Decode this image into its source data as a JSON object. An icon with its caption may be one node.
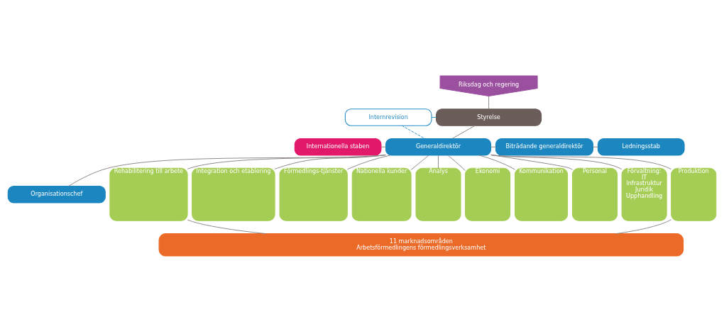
{
  "diagram": {
    "nodes": [
      {
        "text": [
          "Riksdag och regering"
        ]
      },
      {
        "text": [
          "Internrevision"
        ]
      },
      {
        "text": [
          "Styrelse"
        ]
      },
      {
        "text": [
          "Internationella staben"
        ]
      },
      {
        "text": [
          "Generaldirektör"
        ]
      },
      {
        "text": [
          "Biträdande generaldirektör"
        ]
      },
      {
        "text": [
          "Ledningsstab"
        ]
      },
      {
        "text": [
          "Organisationschef"
        ]
      },
      {
        "text": [
          "Rehabilitering till arbete"
        ]
      },
      {
        "text": [
          "Integration och etablering"
        ]
      },
      {
        "text": [
          "Förmedlings-tjänster"
        ]
      },
      {
        "text": [
          "Nationella kunder"
        ]
      },
      {
        "text": [
          "Analys"
        ]
      },
      {
        "text": [
          "Ekonomi"
        ]
      },
      {
        "text": [
          "Kommunikation"
        ]
      },
      {
        "text": [
          "Personal"
        ]
      },
      {
        "text": [
          "Förvaltning:",
          "IT",
          "Infrastruktur",
          "Juridik",
          "Upphandling"
        ]
      },
      {
        "text": [
          "Produktion"
        ]
      },
      {
        "text": [
          "11 marknadsområden",
          "Arbetsförmedlingens förmedlingsverksamhet"
        ]
      }
    ],
    "edges": [
      {
        "from": 0,
        "to": 2,
        "arrow": "none"
      },
      {
        "from": 1,
        "to": 2,
        "arrow": "none",
        "color": "#2a8dc5"
      },
      {
        "from": 1,
        "to": 4,
        "arrow": "none",
        "style": "dashed",
        "color": "#2a8dc5"
      },
      {
        "from": 2,
        "to": 4,
        "arrow": "none"
      },
      {
        "from": 3,
        "to": 4,
        "arrow": "none"
      },
      {
        "from": 4,
        "to": 5,
        "arrow": "none"
      },
      {
        "from": 4,
        "to": 7,
        "arrow": "none"
      },
      {
        "from": 5,
        "to": 6,
        "arrow": "none"
      },
      {
        "from": 4,
        "to": 8,
        "arrow": "none"
      },
      {
        "from": 4,
        "to": 9,
        "arrow": "none"
      },
      {
        "from": 4,
        "to": 10,
        "arrow": "none"
      },
      {
        "from": 4,
        "to": 11,
        "arrow": "none"
      },
      {
        "from": 4,
        "to": 12,
        "arrow": "none"
      },
      {
        "from": 4,
        "to": 13,
        "arrow": "none"
      },
      {
        "from": 4,
        "to": 14,
        "arrow": "none"
      },
      {
        "from": 4,
        "to": 15,
        "arrow": "none"
      },
      {
        "from": 4,
        "to": 16,
        "arrow": "none"
      },
      {
        "from": 4,
        "to": 17,
        "arrow": "none"
      },
      {
        "from": 8,
        "to": 18,
        "arrow": "none"
      },
      {
        "from": 17,
        "to": 18,
        "arrow": "none"
      }
    ]
  }
}
